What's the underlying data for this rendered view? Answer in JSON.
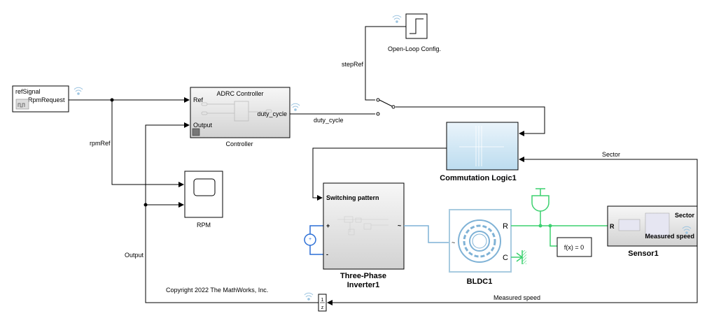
{
  "blocks": {
    "ref_signal": {
      "title": "refSignal",
      "port": "RpmRequest"
    },
    "controller": {
      "title": "ADRC Controller",
      "name": "Controller",
      "in1": "Ref",
      "in2": "Output",
      "out": "duty_cycle"
    },
    "rpm_scope": {
      "name": "RPM"
    },
    "open_loop": {
      "name": "Open-Loop Config."
    },
    "commutation": {
      "name": "Commutation Logic1"
    },
    "inverter": {
      "name_line1": "Three-Phase",
      "name_line2": "Inverter1",
      "in": "Switching pattern",
      "plus": "+",
      "minus": "-",
      "ac": "~"
    },
    "bldc": {
      "name": "BLDC1",
      "r": "R",
      "c": "C",
      "ac": "~"
    },
    "solver": {
      "label": "f(x) = 0"
    },
    "sensor": {
      "name": "Sensor1",
      "in": "R",
      "out1": "Sector",
      "out2": "Measured speed"
    },
    "unit_delay": {
      "num": "1",
      "den": "z"
    }
  },
  "signals": {
    "rpm_ref": "rpmRef",
    "duty_cycle": "duty_cycle",
    "step_ref": "stepRef",
    "sector": "Sector",
    "output": "Output",
    "measured_speed": "Measured speed"
  },
  "copyright": "Copyright 2022 The MathWorks, Inc.",
  "colors": {
    "mechanical": "#3bd16f",
    "electrical": "#7fb2d6",
    "dc": "#2c6fd6",
    "signal": "#000000"
  }
}
